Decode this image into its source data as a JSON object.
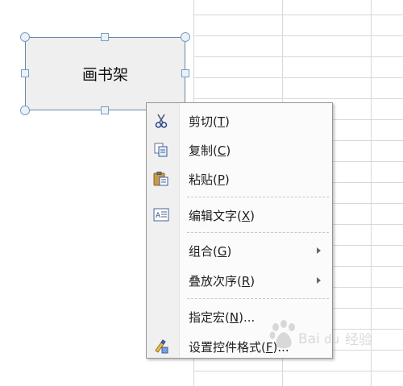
{
  "shape": {
    "label": "画书架"
  },
  "context_menu": {
    "items": [
      {
        "pre": "剪切(",
        "key": "T",
        "post": ")",
        "icon": "scissors-icon",
        "submenu": false
      },
      {
        "pre": "复制(",
        "key": "C",
        "post": ")",
        "icon": "copy-icon",
        "submenu": false
      },
      {
        "pre": "粘贴(",
        "key": "P",
        "post": ")",
        "icon": "paste-icon",
        "submenu": false
      },
      {
        "pre": "编辑文字(",
        "key": "X",
        "post": ")",
        "icon": "edit-text-icon",
        "submenu": false
      },
      {
        "pre": "组合(",
        "key": "G",
        "post": ")",
        "icon": "",
        "submenu": true
      },
      {
        "pre": "叠放次序(",
        "key": "R",
        "post": ")",
        "icon": "",
        "submenu": true
      },
      {
        "pre": "指定宏(",
        "key": "N",
        "post": ")...",
        "icon": "",
        "submenu": false
      },
      {
        "pre": "设置控件格式(",
        "key": "F",
        "post": ")...",
        "icon": "format-control-icon",
        "submenu": false
      }
    ]
  },
  "watermark": {
    "text": "Bai du 经验"
  }
}
